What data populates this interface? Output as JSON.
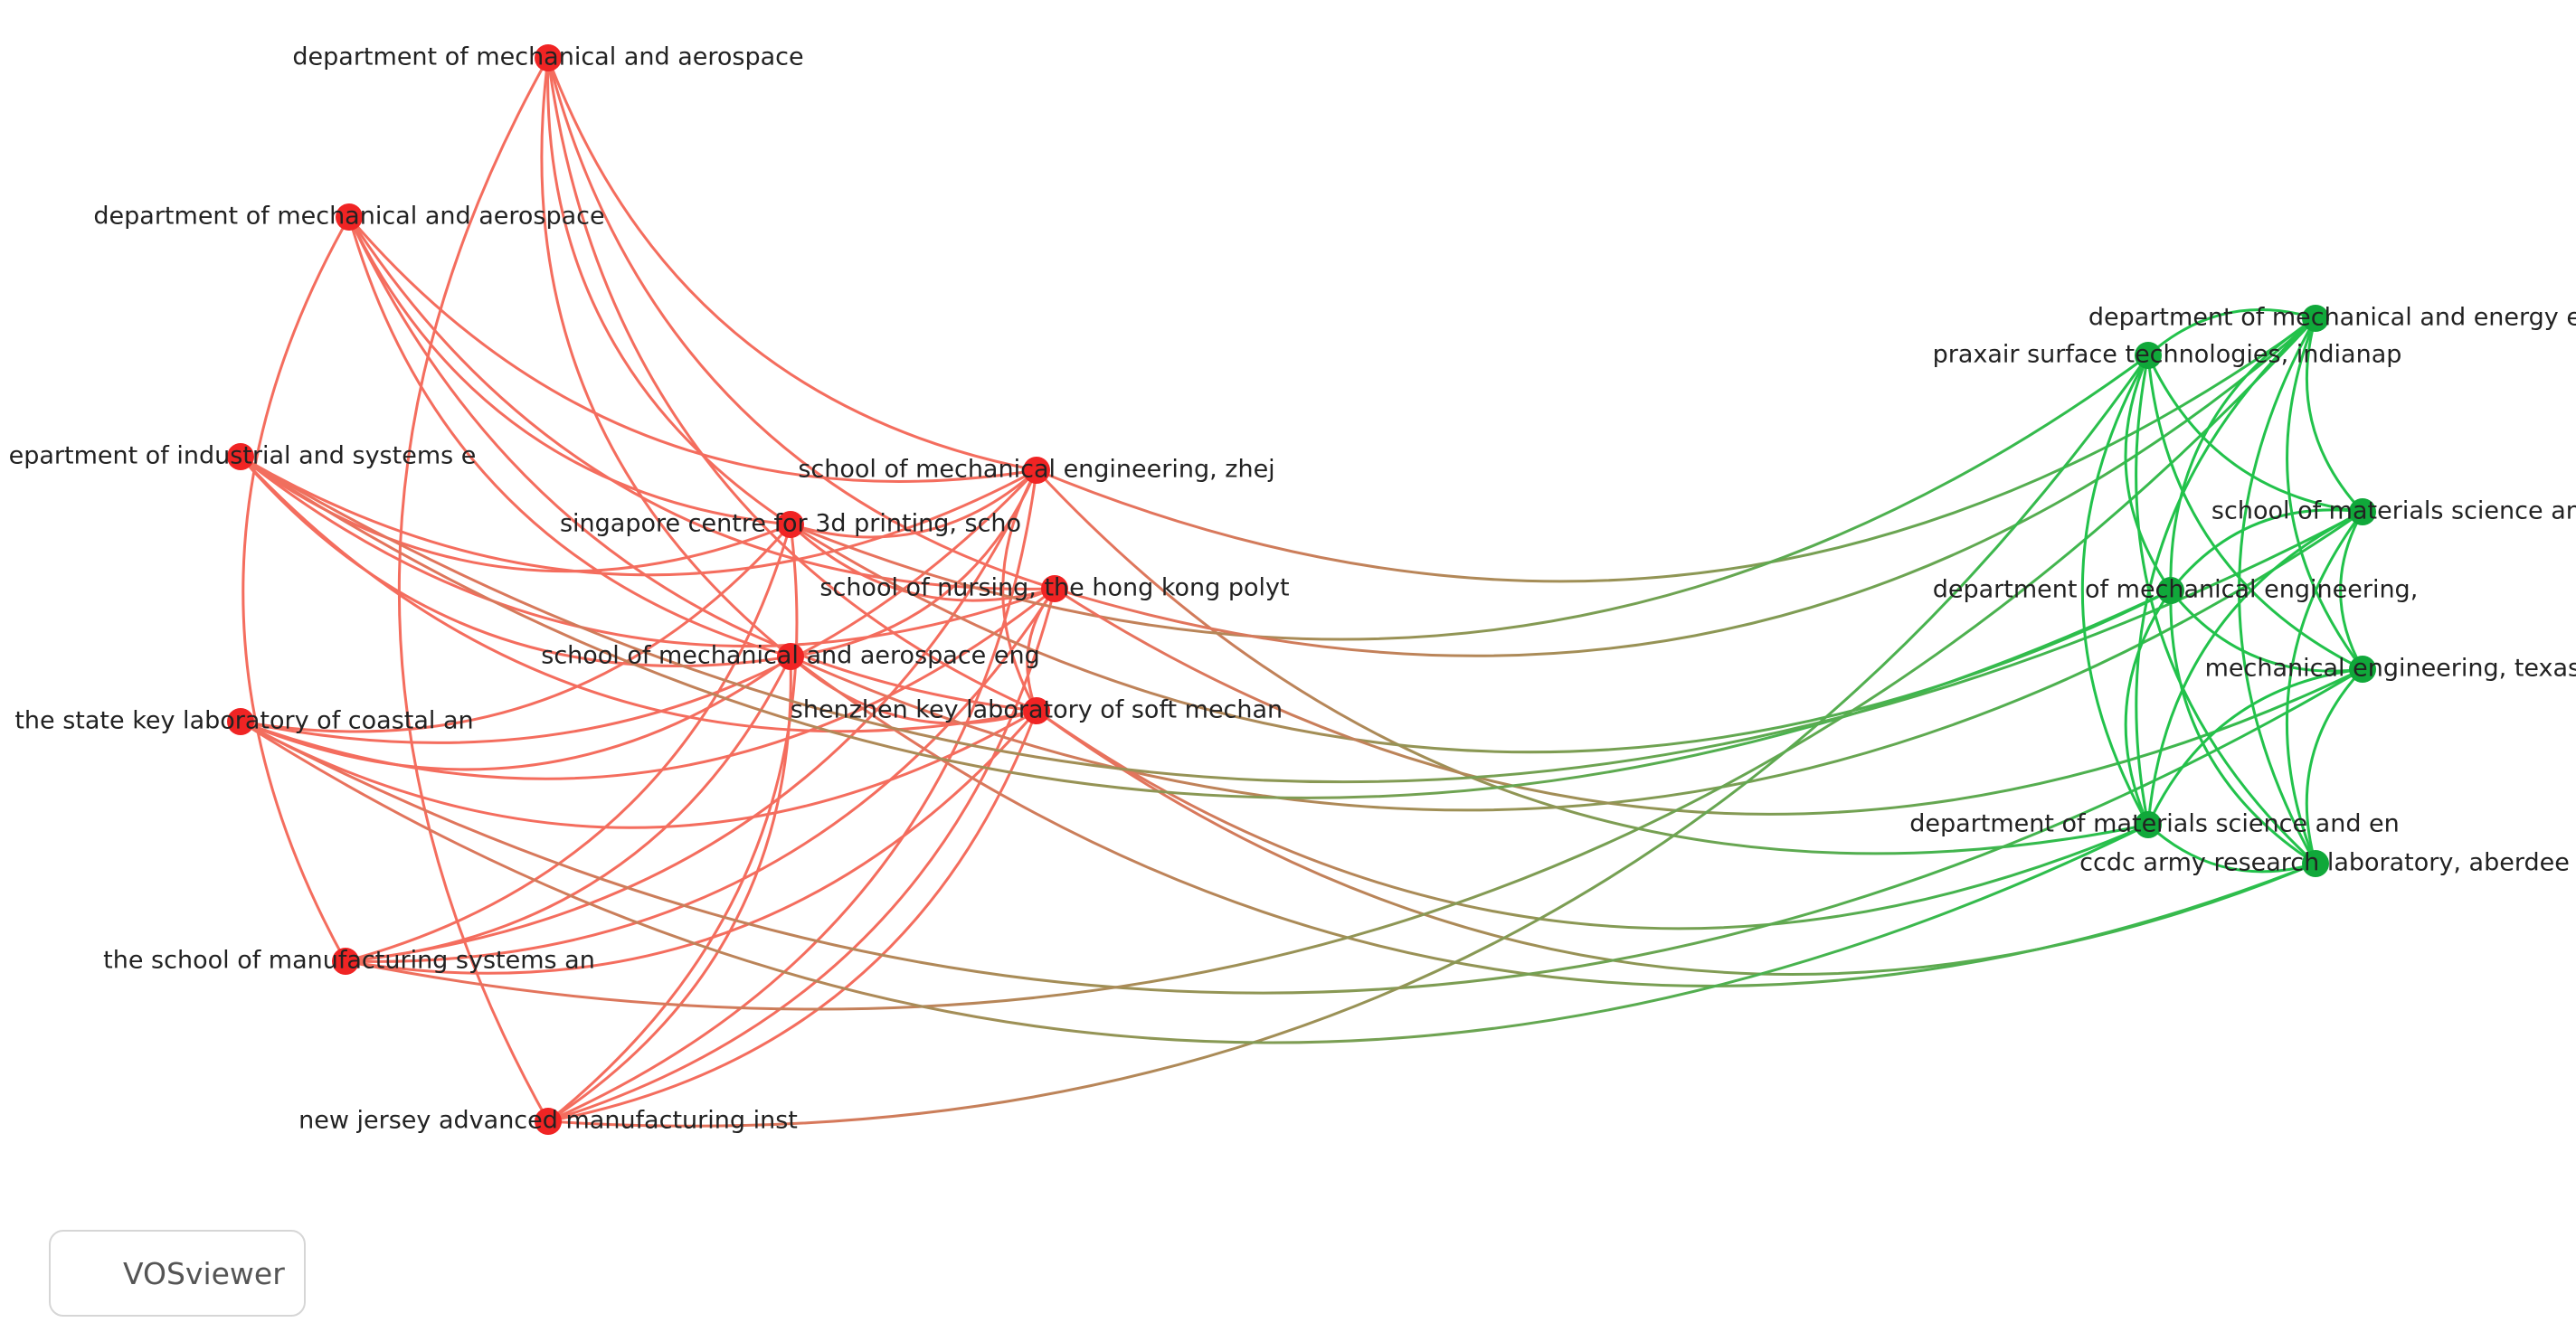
{
  "viewer": {
    "brand": "VOSviewer"
  },
  "clusters": {
    "1": {
      "color": "#f02424",
      "link_color": "#f46d5e"
    },
    "2": {
      "color": "#10a83a",
      "link_color": "#22c24b"
    }
  },
  "nodes": [
    {
      "id": "n1",
      "label": "department of mechanical and aerospace",
      "cluster": 1
    },
    {
      "id": "n2",
      "label": "department of mechanical and aerospace",
      "cluster": 1
    },
    {
      "id": "n3",
      "label": "epartment of industrial and systems e",
      "cluster": 1
    },
    {
      "id": "n4",
      "label": "the state key laboratory of coastal an",
      "cluster": 1
    },
    {
      "id": "n5",
      "label": "the school of manufacturing systems an",
      "cluster": 1
    },
    {
      "id": "n6",
      "label": "new jersey advanced manufacturing inst",
      "cluster": 1
    },
    {
      "id": "n7",
      "label": "singapore centre for 3d printing, scho",
      "cluster": 1
    },
    {
      "id": "n8",
      "label": "school of mechanical and aerospace eng",
      "cluster": 1
    },
    {
      "id": "n9",
      "label": "school of mechanical engineering, zhej",
      "cluster": 1
    },
    {
      "id": "n10",
      "label": "school of nursing, the hong kong polyt",
      "cluster": 1
    },
    {
      "id": "n11",
      "label": "shenzhen key laboratory of soft mechan",
      "cluster": 1
    },
    {
      "id": "n12",
      "label": "department of mechanical and energy en",
      "cluster": 2
    },
    {
      "id": "n13",
      "label": "praxair surface technologies, indianap",
      "cluster": 2
    },
    {
      "id": "n14",
      "label": "school of materials science and engin",
      "cluster": 2
    },
    {
      "id": "n15",
      "label": "department of mechanical engineering,",
      "cluster": 2
    },
    {
      "id": "n16",
      "label": "mechanical engineering, texas a&m ur",
      "cluster": 2
    },
    {
      "id": "n17",
      "label": "department of materials science and en",
      "cluster": 2
    },
    {
      "id": "n18",
      "label": "ccdc army research laboratory, aberdee",
      "cluster": 2
    }
  ],
  "links": [
    [
      "n1",
      "n7"
    ],
    [
      "n1",
      "n8"
    ],
    [
      "n1",
      "n9"
    ],
    [
      "n1",
      "n10"
    ],
    [
      "n1",
      "n11"
    ],
    [
      "n1",
      "n6"
    ],
    [
      "n2",
      "n7"
    ],
    [
      "n2",
      "n8"
    ],
    [
      "n2",
      "n9"
    ],
    [
      "n2",
      "n10"
    ],
    [
      "n2",
      "n11"
    ],
    [
      "n2",
      "n5"
    ],
    [
      "n3",
      "n7"
    ],
    [
      "n3",
      "n8"
    ],
    [
      "n3",
      "n9"
    ],
    [
      "n3",
      "n10"
    ],
    [
      "n3",
      "n11"
    ],
    [
      "n4",
      "n7"
    ],
    [
      "n4",
      "n8"
    ],
    [
      "n4",
      "n9"
    ],
    [
      "n4",
      "n10"
    ],
    [
      "n4",
      "n11"
    ],
    [
      "n5",
      "n7"
    ],
    [
      "n5",
      "n8"
    ],
    [
      "n5",
      "n9"
    ],
    [
      "n5",
      "n10"
    ],
    [
      "n5",
      "n11"
    ],
    [
      "n6",
      "n7"
    ],
    [
      "n6",
      "n8"
    ],
    [
      "n6",
      "n9"
    ],
    [
      "n6",
      "n10"
    ],
    [
      "n6",
      "n11"
    ],
    [
      "n7",
      "n9"
    ],
    [
      "n7",
      "n10"
    ],
    [
      "n8",
      "n9"
    ],
    [
      "n8",
      "n11"
    ],
    [
      "n9",
      "n11"
    ],
    [
      "n10",
      "n11"
    ],
    [
      "n9",
      "n12"
    ],
    [
      "n9",
      "n17"
    ],
    [
      "n7",
      "n13"
    ],
    [
      "n7",
      "n15"
    ],
    [
      "n8",
      "n14"
    ],
    [
      "n8",
      "n18"
    ],
    [
      "n10",
      "n16"
    ],
    [
      "n10",
      "n12"
    ],
    [
      "n11",
      "n17"
    ],
    [
      "n11",
      "n18"
    ],
    [
      "n3",
      "n15"
    ],
    [
      "n4",
      "n16"
    ],
    [
      "n5",
      "n12"
    ],
    [
      "n6",
      "n13"
    ],
    [
      "n4",
      "n17"
    ],
    [
      "n3",
      "n14"
    ],
    [
      "n12",
      "n13"
    ],
    [
      "n12",
      "n14"
    ],
    [
      "n12",
      "n15"
    ],
    [
      "n12",
      "n16"
    ],
    [
      "n12",
      "n17"
    ],
    [
      "n12",
      "n18"
    ],
    [
      "n13",
      "n14"
    ],
    [
      "n13",
      "n15"
    ],
    [
      "n13",
      "n16"
    ],
    [
      "n13",
      "n17"
    ],
    [
      "n13",
      "n18"
    ],
    [
      "n14",
      "n15"
    ],
    [
      "n14",
      "n16"
    ],
    [
      "n14",
      "n17"
    ],
    [
      "n14",
      "n18"
    ],
    [
      "n15",
      "n16"
    ],
    [
      "n15",
      "n17"
    ],
    [
      "n15",
      "n18"
    ],
    [
      "n16",
      "n17"
    ],
    [
      "n16",
      "n18"
    ],
    [
      "n17",
      "n18"
    ]
  ]
}
